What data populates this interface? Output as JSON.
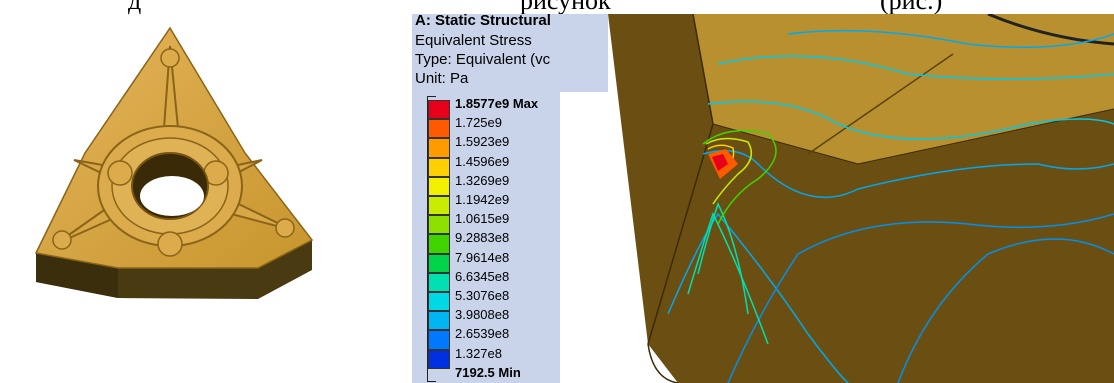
{
  "caption": {
    "left_fragment": "д",
    "middle_fragment": "рисунок",
    "right_fragment": "(рис.)"
  },
  "legend": {
    "title": "A: Static Structural",
    "result": "Equivalent Stress",
    "type": "Type: Equivalent (vc",
    "unit": "Unit: Pa",
    "entries": [
      {
        "label": "1.8577e9 Max",
        "color": "#e8001a"
      },
      {
        "label": "1.725e9",
        "color": "#ff5a00"
      },
      {
        "label": "1.5923e9",
        "color": "#ff9a00"
      },
      {
        "label": "1.4596e9",
        "color": "#ffd000"
      },
      {
        "label": "1.3269e9",
        "color": "#f2f000"
      },
      {
        "label": "1.1942e9",
        "color": "#c9ec00"
      },
      {
        "label": "1.0615e9",
        "color": "#8ee000"
      },
      {
        "label": "9.2883e8",
        "color": "#3fd400"
      },
      {
        "label": "7.9614e8",
        "color": "#00d24a"
      },
      {
        "label": "6.6345e8",
        "color": "#00e0b0"
      },
      {
        "label": "5.3076e8",
        "color": "#00d8e6"
      },
      {
        "label": "3.9808e8",
        "color": "#00b4f2"
      },
      {
        "label": "2.6539e8",
        "color": "#0078ff"
      },
      {
        "label": "1.327e8",
        "color": "#0030e0"
      },
      {
        "label": "7192.5 Min",
        "color": "#ffffff"
      }
    ]
  }
}
